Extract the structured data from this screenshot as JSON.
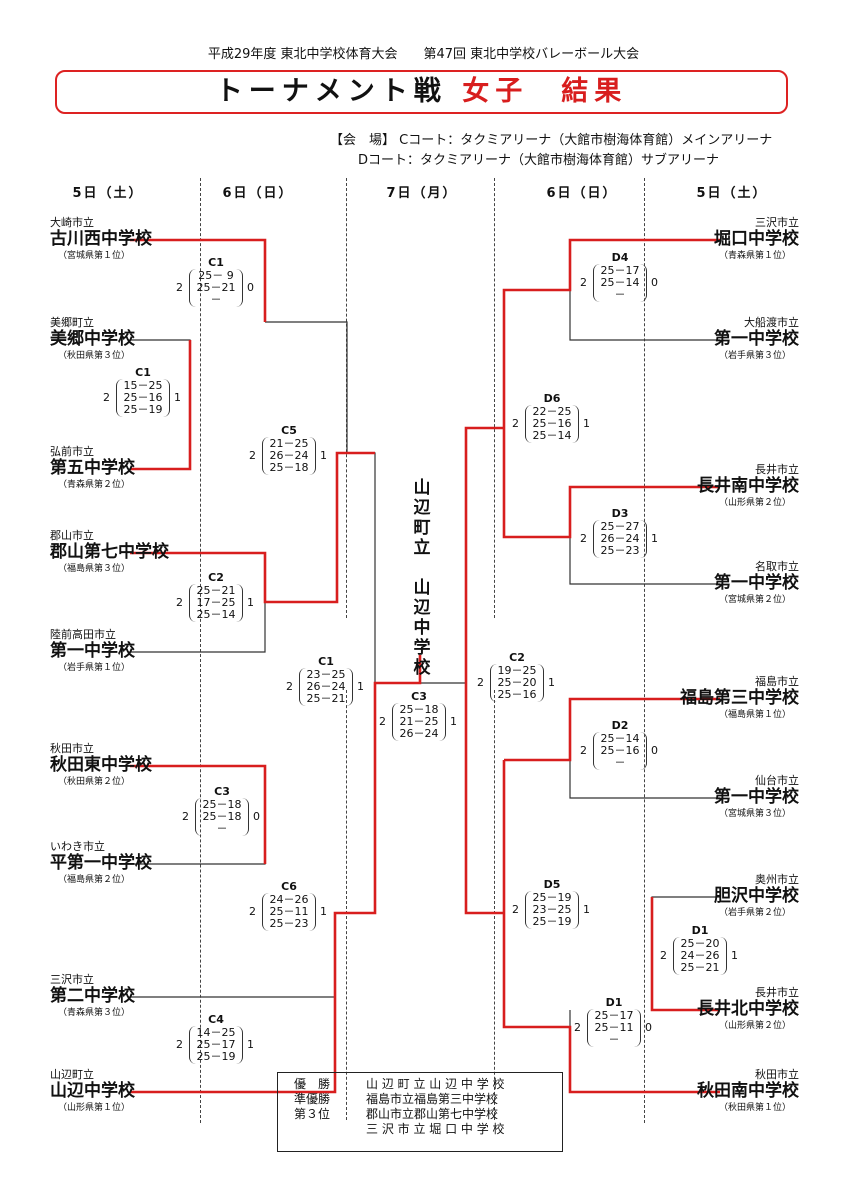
{
  "header": {
    "event": "平成29年度 東北中学校体育大会　　第47回 東北中学校バレーボール大会",
    "title_main": "トーナメント戦",
    "title_red": "女子　結果",
    "venue_label": "【会　場】",
    "venue_c": "Cコート：タクミアリーナ（大館市樹海体育館）メインアリーナ",
    "venue_d": "Dコート：タクミアリーナ（大館市樹海体育館）サブアリーナ"
  },
  "days": [
    "5日（土）",
    "6日（日）",
    "7日（月）",
    "6日（日）",
    "5日（土）"
  ],
  "left_teams": [
    {
      "city": "大崎市立",
      "name": "古川西中学校",
      "note": "（宮城県第１位）"
    },
    {
      "city": "美郷町立",
      "name": "美郷中学校",
      "note": "（秋田県第３位）"
    },
    {
      "city": "弘前市立",
      "name": "第五中学校",
      "note": "（青森県第２位）"
    },
    {
      "city": "郡山市立",
      "name": "郡山第七中学校",
      "note": "（福島県第３位）"
    },
    {
      "city": "陸前高田市立",
      "name": "第一中学校",
      "note": "（岩手県第１位）"
    },
    {
      "city": "秋田市立",
      "name": "秋田東中学校",
      "note": "（秋田県第２位）"
    },
    {
      "city": "いわき市立",
      "name": "平第一中学校",
      "note": "（福島県第２位）"
    },
    {
      "city": "三沢市立",
      "name": "第二中学校",
      "note": "（青森県第３位）"
    },
    {
      "city": "山辺町立",
      "name": "山辺中学校",
      "note": "（山形県第１位）"
    }
  ],
  "right_teams": [
    {
      "city": "三沢市立",
      "name": "堀口中学校",
      "note": "（青森県第１位）"
    },
    {
      "city": "大船渡市立",
      "name": "第一中学校",
      "note": "（岩手県第３位）"
    },
    {
      "city": "長井市立",
      "name": "長井南中学校",
      "note": "（山形県第２位）"
    },
    {
      "city": "名取市立",
      "name": "第一中学校",
      "note": "（宮城県第２位）"
    },
    {
      "city": "福島市立",
      "name": "福島第三中学校",
      "note": "（福島県第１位）"
    },
    {
      "city": "仙台市立",
      "name": "第一中学校",
      "note": "（宮城県第３位）"
    },
    {
      "city": "奥州市立",
      "name": "胆沢中学校",
      "note": "（岩手県第２位）"
    },
    {
      "city": "長井市立",
      "name": "長井北中学校",
      "note": "（山形県第２位）"
    },
    {
      "city": "秋田市立",
      "name": "秋田南中学校",
      "note": "（秋田県第１位）"
    }
  ],
  "matches": [
    {
      "label": "C1",
      "a": "2",
      "b": "0",
      "sets": [
        "25－ 9",
        "25－21",
        "－"
      ]
    },
    {
      "label": "C1",
      "a": "2",
      "b": "1",
      "sets": [
        "15－25",
        "25－16",
        "25－19"
      ]
    },
    {
      "label": "C2",
      "a": "2",
      "b": "1",
      "sets": [
        "25－21",
        "17－25",
        "25－14"
      ]
    },
    {
      "label": "C3",
      "a": "2",
      "b": "0",
      "sets": [
        "25－18",
        "25－18",
        "－"
      ]
    },
    {
      "label": "C4",
      "a": "2",
      "b": "1",
      "sets": [
        "14－25",
        "25－17",
        "25－19"
      ]
    },
    {
      "label": "C5",
      "a": "2",
      "b": "1",
      "sets": [
        "21－25",
        "26－24",
        "25－18"
      ]
    },
    {
      "label": "C6",
      "a": "2",
      "b": "1",
      "sets": [
        "24－26",
        "25－11",
        "25－23"
      ]
    },
    {
      "label": "C1",
      "a": "2",
      "b": "1",
      "sets": [
        "23－25",
        "26－24",
        "25－21"
      ]
    },
    {
      "label": "C3",
      "a": "2",
      "b": "1",
      "sets": [
        "25－18",
        "21－25",
        "26－24"
      ]
    },
    {
      "label": "C2",
      "a": "2",
      "b": "1",
      "sets": [
        "19－25",
        "25－20",
        "25－16"
      ]
    },
    {
      "label": "D4",
      "a": "2",
      "b": "0",
      "sets": [
        "25－17",
        "25－14",
        "－"
      ]
    },
    {
      "label": "D6",
      "a": "2",
      "b": "1",
      "sets": [
        "22－25",
        "25－16",
        "25－14"
      ]
    },
    {
      "label": "D3",
      "a": "2",
      "b": "1",
      "sets": [
        "25－27",
        "26－24",
        "25－23"
      ]
    },
    {
      "label": "D2",
      "a": "2",
      "b": "0",
      "sets": [
        "25－14",
        "25－16",
        "－"
      ]
    },
    {
      "label": "D5",
      "a": "2",
      "b": "1",
      "sets": [
        "25－19",
        "23－25",
        "25－19"
      ]
    },
    {
      "label": "D1",
      "a": "2",
      "b": "1",
      "sets": [
        "25－20",
        "24－26",
        "25－21"
      ]
    },
    {
      "label": "D1",
      "a": "2",
      "b": "0",
      "sets": [
        "25－17",
        "25－11",
        "－"
      ]
    }
  ],
  "champion_vertical": [
    "山",
    "辺",
    "町",
    "立",
    "　",
    "山",
    "辺",
    "中",
    "学",
    "校"
  ],
  "results": [
    {
      "rank": "優　勝",
      "team": "山 辺 町 立 山 辺 中 学 校"
    },
    {
      "rank": "準優勝",
      "team": "福島市立福島第三中学校"
    },
    {
      "rank": "第３位",
      "team": "郡山市立郡山第七中学校"
    },
    {
      "rank": "",
      "team": "三 沢 市 立 堀 口 中 学 校"
    }
  ],
  "colors": {
    "winner_line": "#d81e1e",
    "loser_line": "#333333"
  }
}
